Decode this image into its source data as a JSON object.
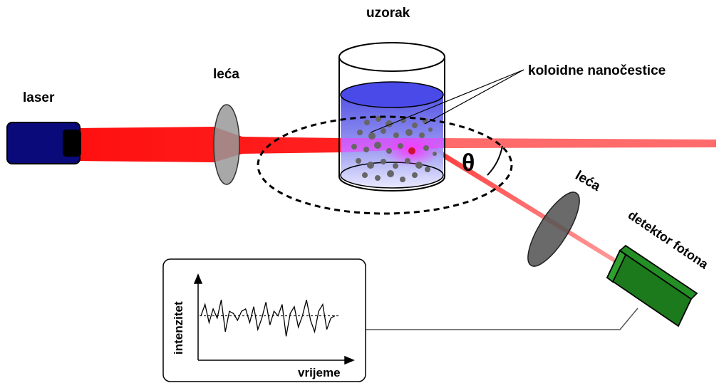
{
  "labels": {
    "laser": "laser",
    "lens1": "leća",
    "sample": "uzorak",
    "nanoparticles": "koloidne nanočestice",
    "angle": "θ",
    "lens2": "leća",
    "detector": "detektor fotona",
    "y_axis": "intenzitet",
    "x_axis": "vrijeme"
  },
  "icons": {
    "laser": "laser-source-icon",
    "lens": "lens-icon",
    "cuvette": "sample-cuvette-icon",
    "detector": "photon-detector-icon"
  },
  "colors": {
    "laser_body": "#0a0a7a",
    "beam": "#ff1a1a",
    "liquid": "#5555ee",
    "lens": "#999999",
    "lens2": "#555555",
    "detector": "#1c7a1c"
  },
  "chart_data": {
    "type": "line",
    "title": "",
    "xlabel": "vrijeme",
    "ylabel": "intenzitet",
    "grid": false,
    "series": [
      {
        "values": [
          0.6,
          0.85,
          0.45,
          0.75,
          0.55,
          0.95,
          0.25,
          0.7,
          0.65,
          0.5,
          0.7,
          0.75,
          0.45,
          0.8,
          0.3,
          0.55,
          0.9,
          0.4,
          0.7,
          0.6,
          0.85,
          0.15,
          0.65,
          0.8,
          0.35,
          0.6,
          0.95,
          0.5,
          0.25,
          0.7,
          0.85,
          0.3,
          0.55,
          0.6
        ]
      }
    ],
    "reference_line": 0.6
  }
}
